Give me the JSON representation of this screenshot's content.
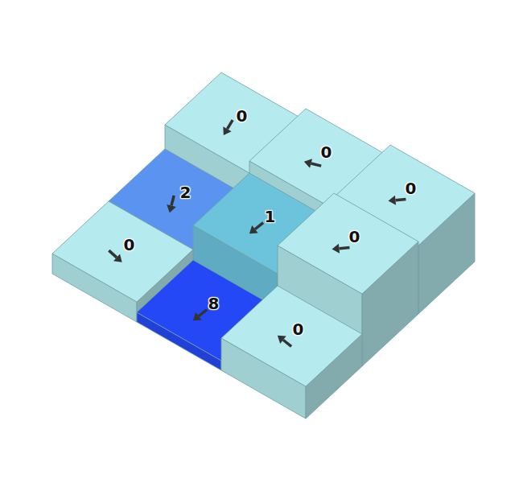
{
  "diagram": {
    "labels": [
      "0",
      "0",
      "0",
      "2",
      "1",
      "0",
      "0",
      "8",
      "0"
    ]
  }
}
